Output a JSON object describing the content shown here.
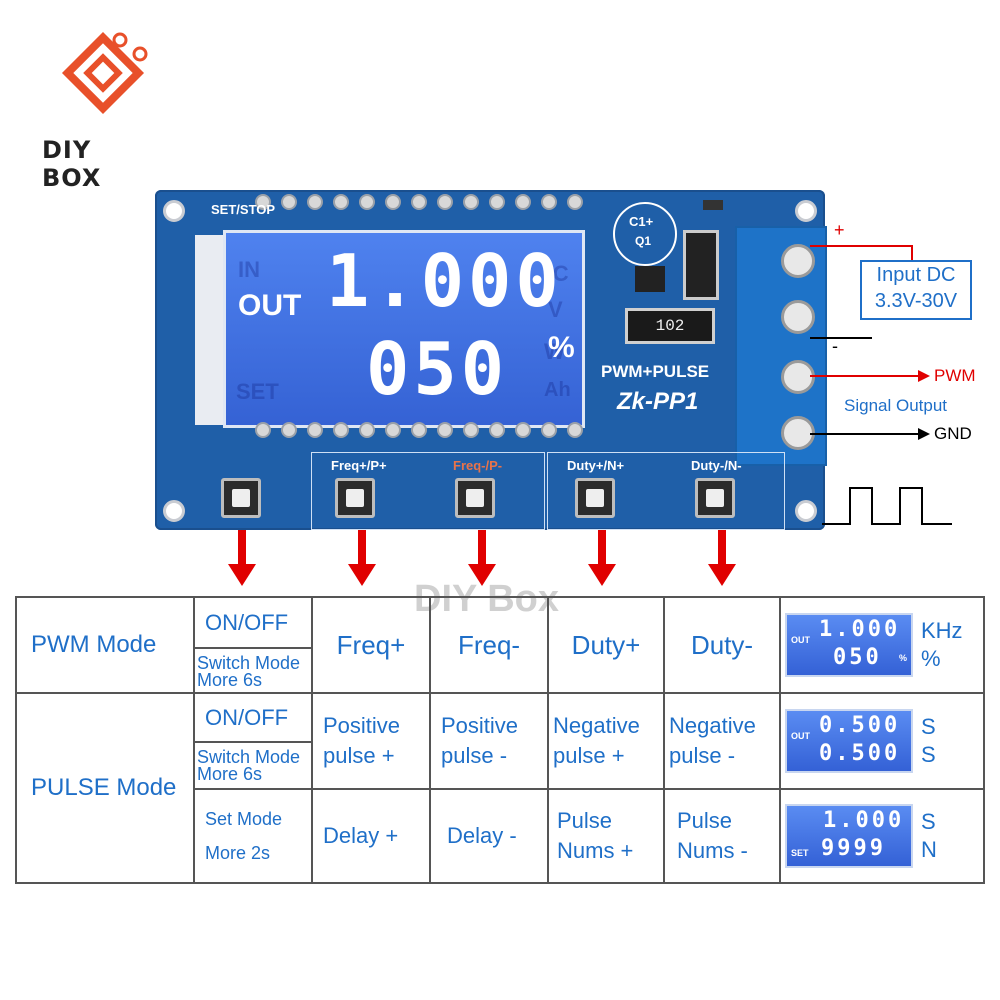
{
  "brand": {
    "name": "DIY BOX",
    "watermark": "DIY Box",
    "accent": "#e8502a"
  },
  "board": {
    "model": "Zk-PP1",
    "function": "PWM+PULSE",
    "resistor": "102",
    "c1": "C1+",
    "q1": "Q1",
    "lcd": {
      "left_label": "OUT",
      "line1": "1.000",
      "line2": "050",
      "unit": "%",
      "ghost": [
        "IN",
        "°C",
        "V",
        "W",
        "SET",
        "Ah"
      ]
    },
    "buttons": [
      "SET/STOP",
      "Freq+/P+",
      "Freq-/P-",
      "Duty+/N+",
      "Duty-/N-"
    ]
  },
  "wiring": {
    "plus": "+",
    "minus": "-",
    "input_line1": "Input DC",
    "input_line2": "3.3V-30V",
    "pwm": "PWM",
    "signal_output": "Signal Output",
    "gnd": "GND"
  },
  "table": {
    "rows": [
      {
        "mode": "PWM Mode",
        "sub": [
          {
            "a": "ON/OFF",
            "b": "Switch Mode More 6s"
          }
        ],
        "cells": [
          "Freq+",
          "Freq-",
          "Duty+",
          "Duty-"
        ],
        "display": {
          "label": "OUT",
          "line1": "1.000",
          "line2": "050",
          "mark": "%"
        },
        "units": [
          "KHz",
          "%"
        ]
      },
      {
        "mode": "PULSE Mode",
        "sub": [
          {
            "a": "ON/OFF",
            "b": "Switch Mode More 6s"
          },
          {
            "a": "Set Mode",
            "b": "More 2s"
          }
        ],
        "cells_row1": [
          "Positive pulse +",
          "Positive pulse -",
          "Negative pulse +",
          "Negative pulse -"
        ],
        "cells_row2": [
          "Delay +",
          "Delay -",
          "Pulse Nums +",
          "Pulse Nums -"
        ],
        "display1": {
          "label": "OUT",
          "line1": "0.500",
          "line2": "0.500"
        },
        "units1": [
          "S",
          "S"
        ],
        "display2": {
          "label": "SET",
          "line1": "1.000",
          "line2": "9999"
        },
        "units2": [
          "S",
          "N"
        ]
      }
    ]
  }
}
